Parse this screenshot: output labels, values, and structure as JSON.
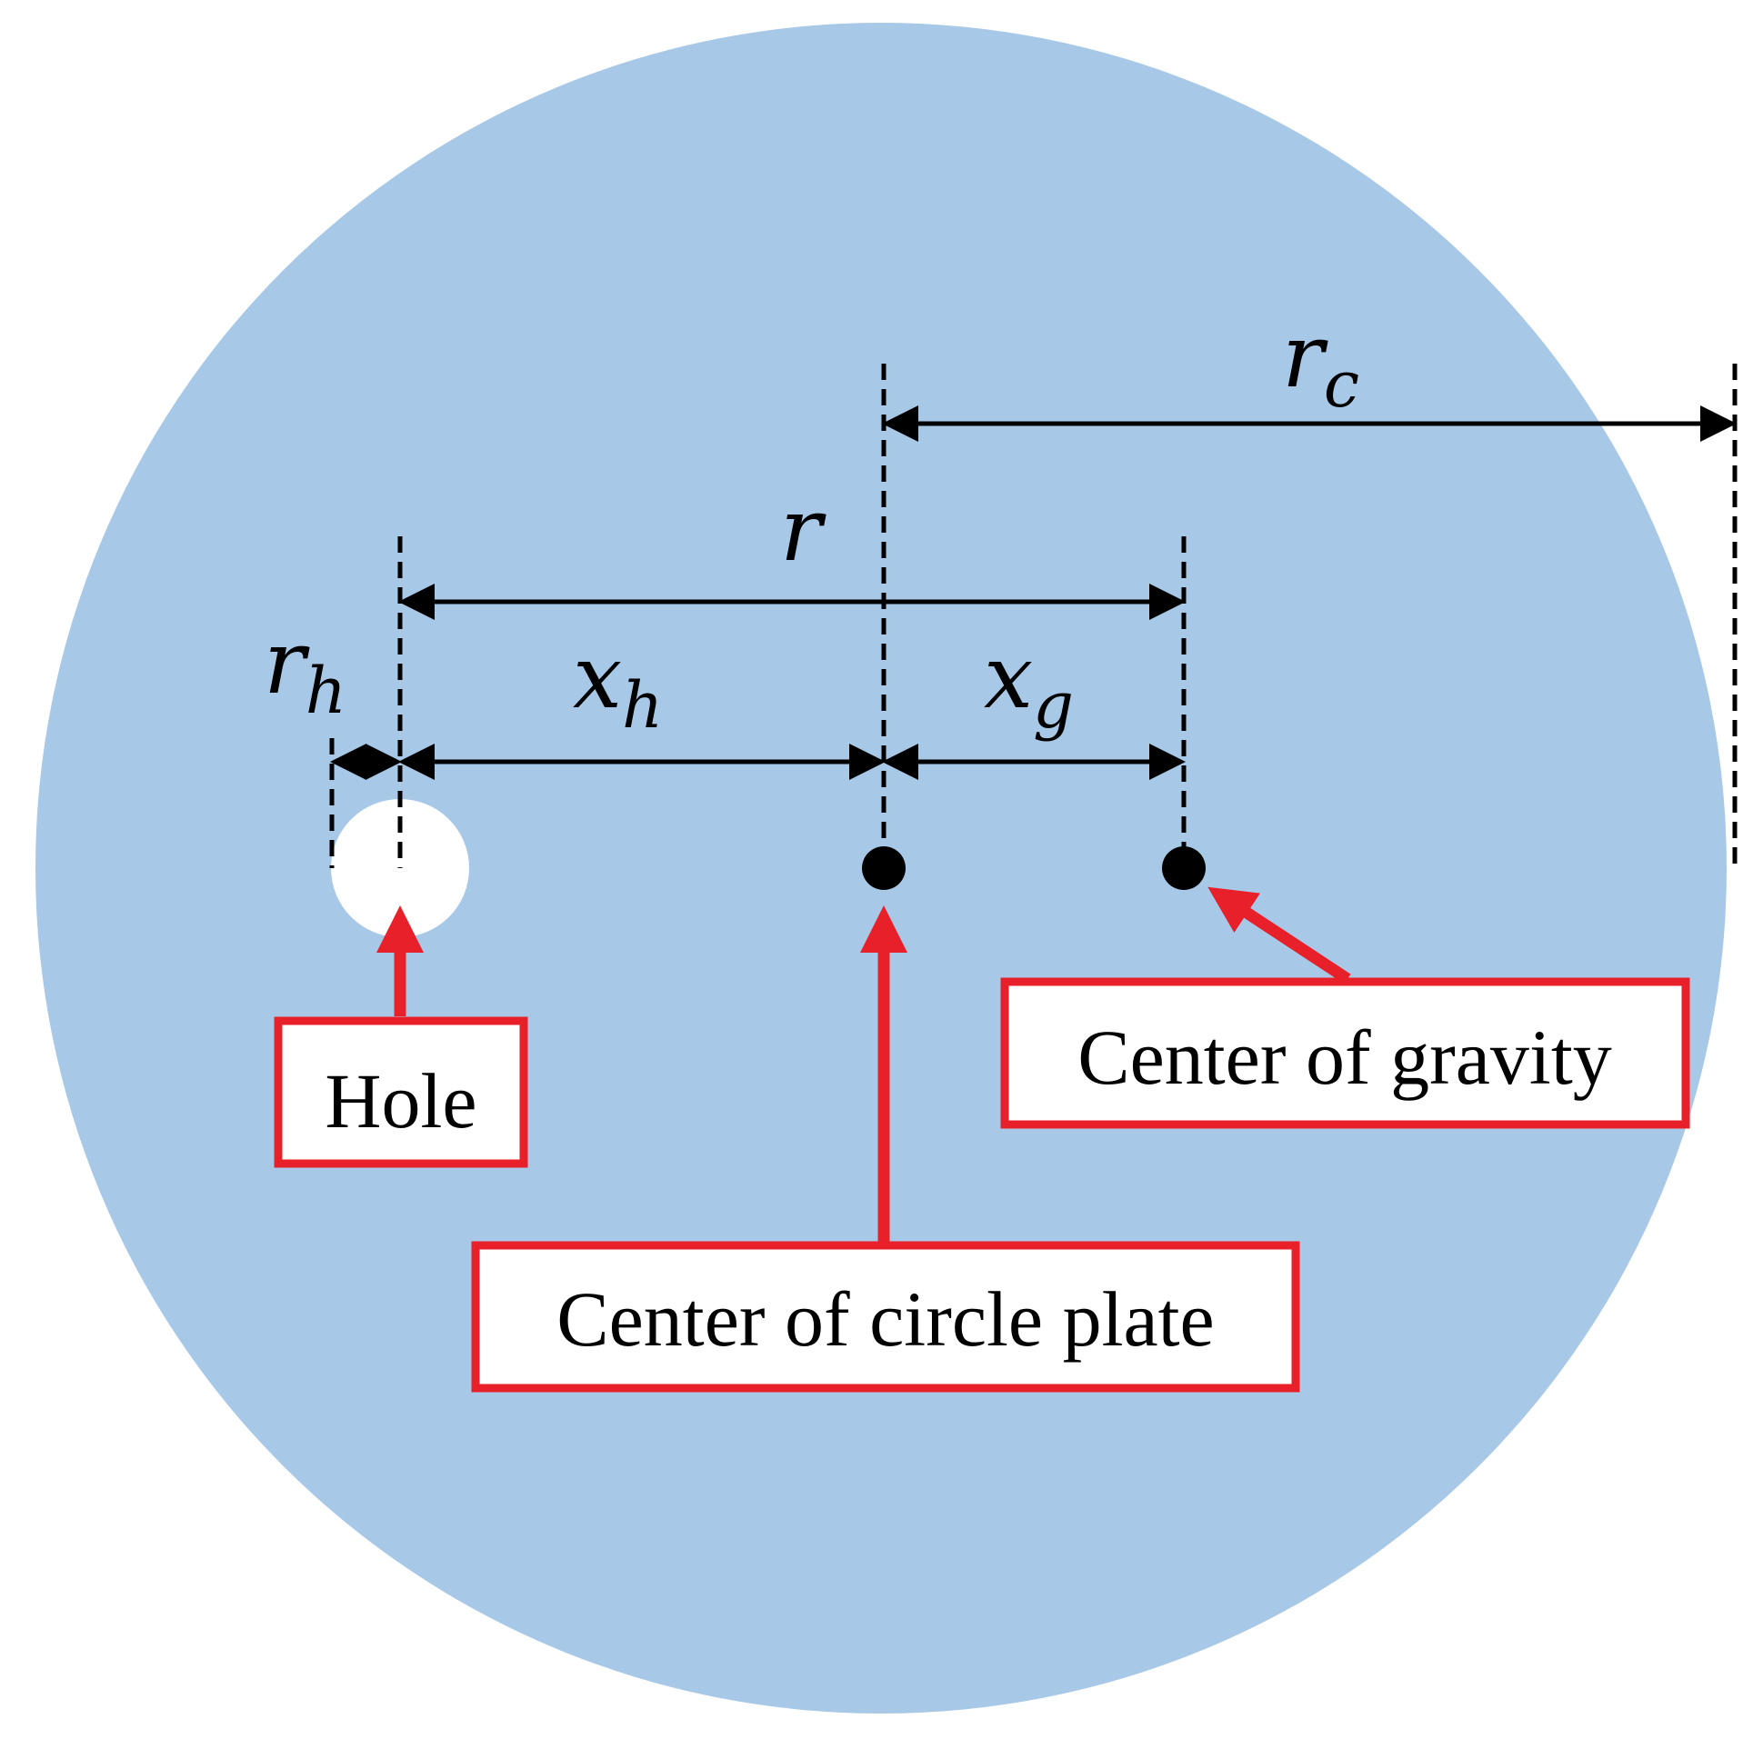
{
  "labels": {
    "r_c": {
      "main": "r",
      "sub": "c"
    },
    "r": {
      "main": "r"
    },
    "r_h": {
      "main": "r",
      "sub": "h"
    },
    "x_h": {
      "main": "x",
      "sub": "h"
    },
    "x_g": {
      "main": "x",
      "sub": "g"
    }
  },
  "callouts": {
    "hole": "Hole",
    "center_plate": "Center of circle plate",
    "center_gravity": "Center of gravity"
  },
  "colors": {
    "plate": "#a8c8e8",
    "hole": "#ffffff",
    "callout": "#e8202a",
    "line": "#000000"
  }
}
